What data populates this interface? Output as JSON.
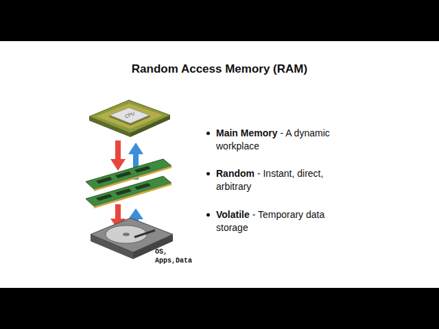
{
  "diagram": {
    "title": "Random Access Memory (RAM)",
    "labels": [
      "CPU",
      "OS, Apps,Data",
      "Main Memory",
      "- A dynamic workplace",
      "Random",
      "- Instant, direct, arbitrary",
      "Volatile",
      "- Temporary data storage"
    ]
  }
}
